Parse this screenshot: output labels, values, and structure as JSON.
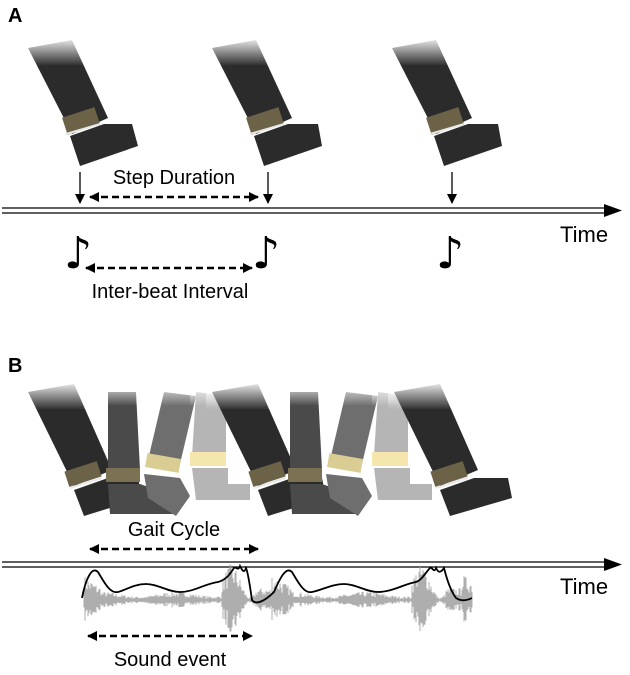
{
  "panel_a": {
    "label": "A",
    "step_duration_label": "Step Duration",
    "inter_beat_label": "Inter-beat Interval",
    "time_label": "Time",
    "note_glyph": "♪"
  },
  "panel_b": {
    "label": "B",
    "gait_cycle_label": "Gait Cycle",
    "sound_event_label": "Sound event",
    "time_label": "Time"
  },
  "colors": {
    "leg_dark": "#2b2b2b",
    "leg_mid": "#6e6e6e",
    "leg_light": "#b5b5b5",
    "band_dark": "#6b6247",
    "band_light": "#f4e6ad",
    "waveform": "#9a9a9a",
    "envelope": "#000000"
  }
}
